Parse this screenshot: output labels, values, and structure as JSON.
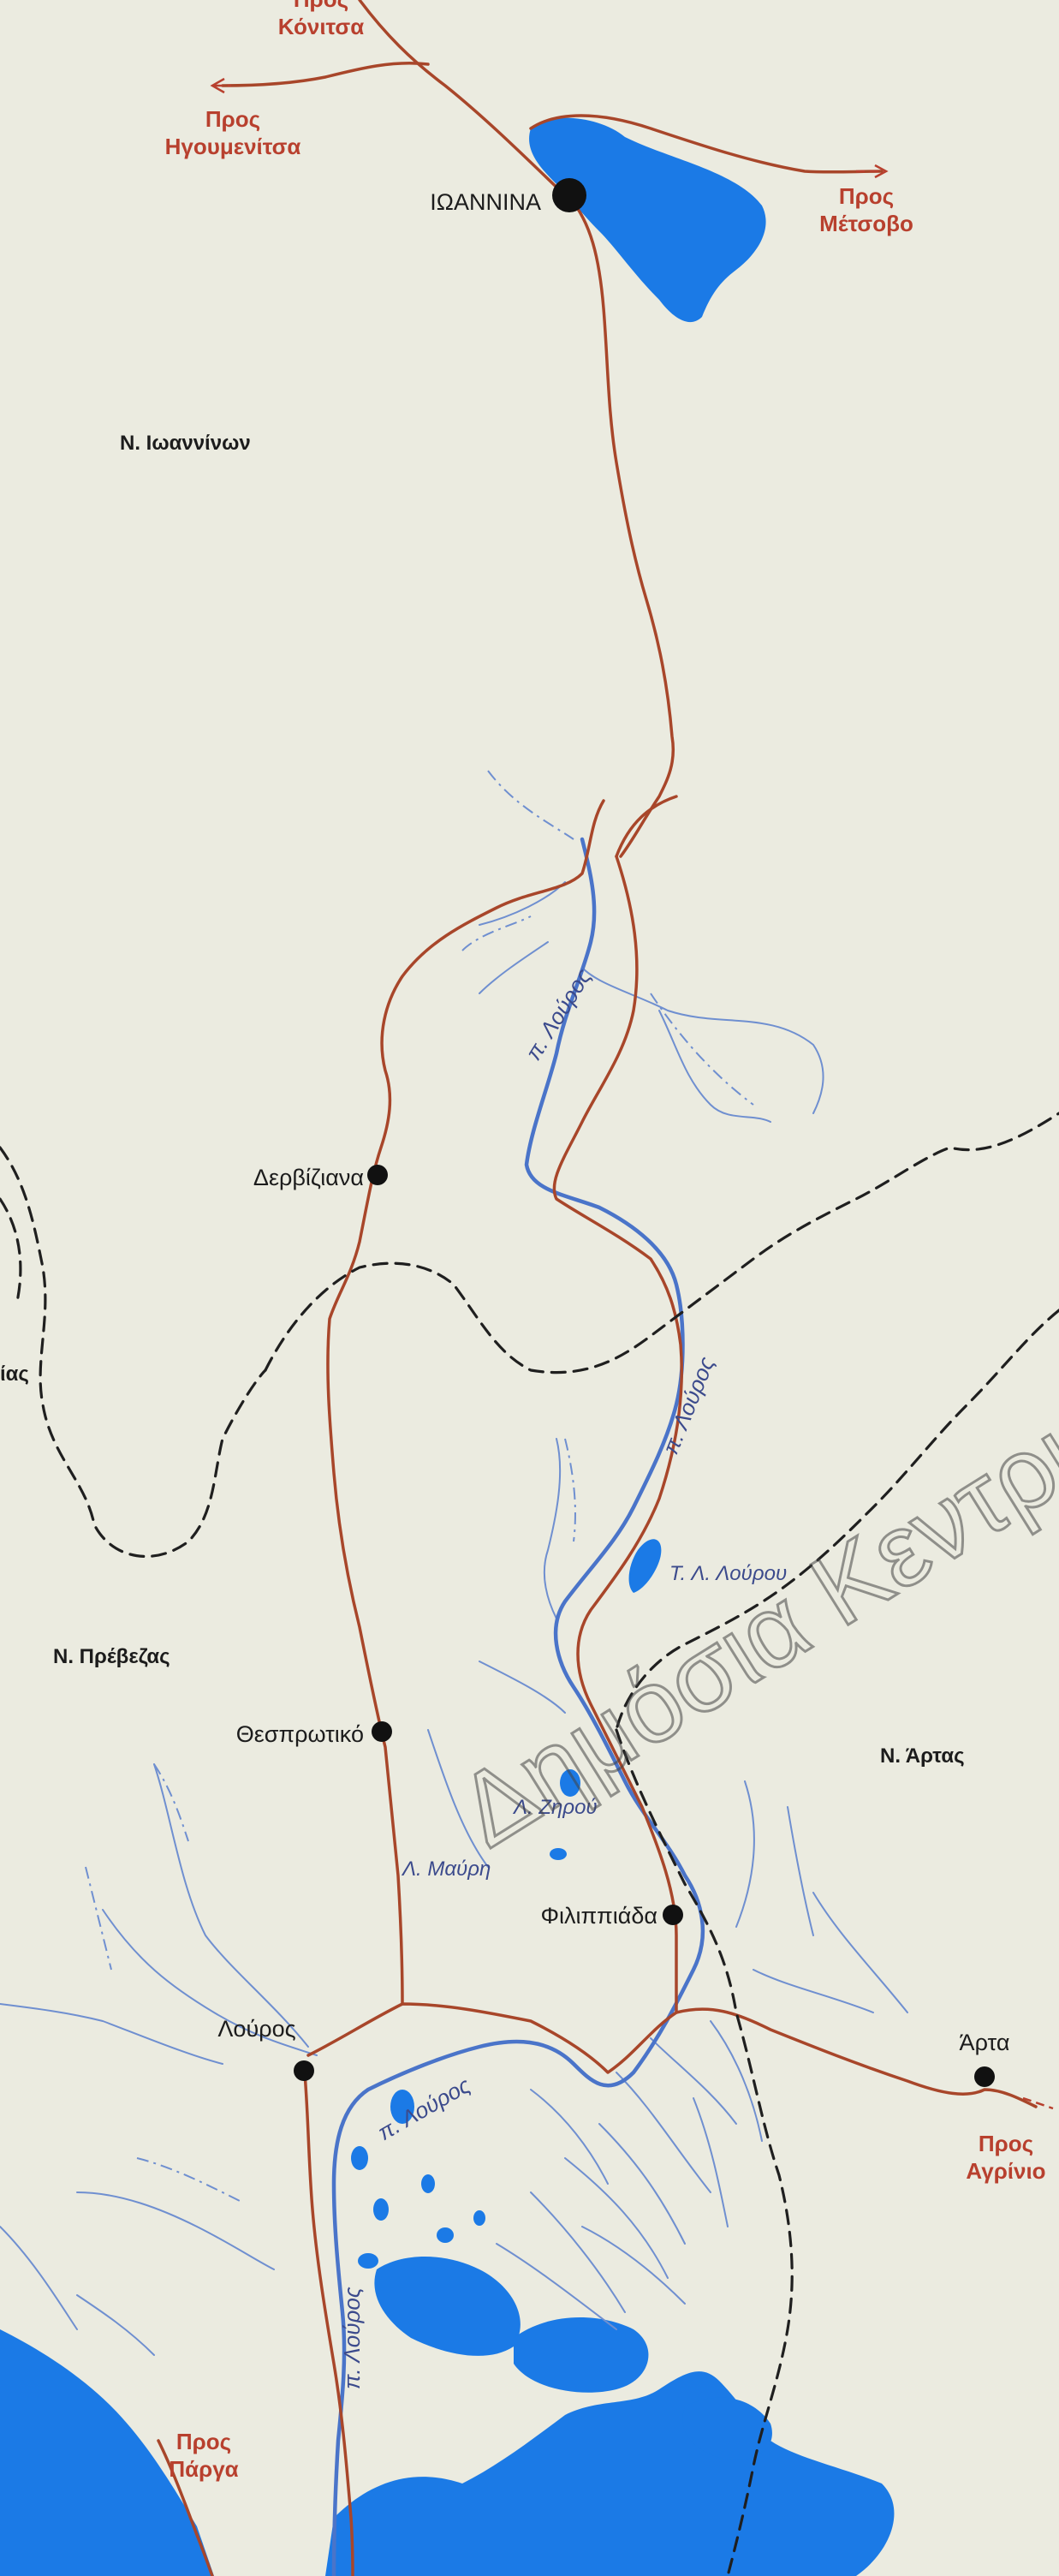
{
  "colors": {
    "background": "#ebebe0",
    "road": "#a8462a",
    "river": "#4a74c9",
    "stream": "#6f8fd0",
    "water": "#1b7ae6",
    "border": "#1f1f1f",
    "direction_text": "#b8402e"
  },
  "cities": {
    "ioannina": "ΙΩΑΝΝΙΝΑ",
    "dervizi": "Δερβίζιανα",
    "thesprotiko": "Θεσπρωτικό",
    "filippiada": "Φιλιππιάδα",
    "louros": "Λούρος",
    "arta": "Άρτα"
  },
  "directions": {
    "konitsa": [
      "Προς",
      "Κόνιτσα"
    ],
    "igoumenitsa": [
      "Προς",
      "Ηγουμενίτσα"
    ],
    "metsovo": [
      "Προς",
      "Μέτσοβο"
    ],
    "agrinio": [
      "Προς",
      "Αγρίνιο"
    ],
    "parga": [
      "Προς",
      "Πάργα"
    ]
  },
  "regions": {
    "ioanninon": "Ν. Ιωαννίνων",
    "prevezas": "Ν. Πρέβεζας",
    "artas": "Ν. Άρτας",
    "partial_left": "ίας"
  },
  "rivers": {
    "louros_1": "π. Λούρος",
    "louros_2": "π. Λούρος",
    "louros_3": "π. Λούρος",
    "louros_4": "π. Λούρος",
    "lake_louros": "Τ. Λ. Λούρου",
    "lake_zirou": "Λ. Ζηρού",
    "lake_mavri": "Λ. Μαύρη"
  },
  "watermark": "Δημόσια Κεντρική"
}
